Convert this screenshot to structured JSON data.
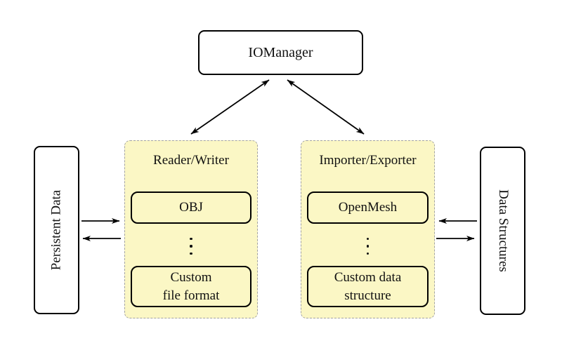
{
  "colors": {
    "background": "#ffffff",
    "panel_fill": "#fbf7c5",
    "panel_border": "#a3a3a3",
    "node_fill": "#ffffff",
    "node_border": "#000000",
    "text": "#111111",
    "arrow": "#000000"
  },
  "nodes": {
    "io_manager": {
      "label": "IOManager"
    },
    "persistent_data": {
      "label": "Persistent Data"
    },
    "data_structures": {
      "label": "Data Structures"
    },
    "reader_writer": {
      "title": "Reader/Writer",
      "top_item": "OBJ",
      "ellipsis": "⋮",
      "bottom_item_line1": "Custom",
      "bottom_item_line2": "file format"
    },
    "importer_exporter": {
      "title": "Importer/Exporter",
      "top_item": "OpenMesh",
      "ellipsis": "⋮",
      "bottom_item_line1": "Custom data",
      "bottom_item_line2": "structure"
    }
  },
  "edges": [
    {
      "from": "IOManager",
      "to": "Reader/Writer",
      "direction": "both"
    },
    {
      "from": "IOManager",
      "to": "Importer/Exporter",
      "direction": "both"
    },
    {
      "from": "Persistent Data",
      "to": "Reader/Writer",
      "direction": "forward"
    },
    {
      "from": "Reader/Writer",
      "to": "Persistent Data",
      "direction": "forward"
    },
    {
      "from": "Data Structures",
      "to": "Importer/Exporter",
      "direction": "forward"
    },
    {
      "from": "Importer/Exporter",
      "to": "Data Structures",
      "direction": "forward"
    }
  ]
}
